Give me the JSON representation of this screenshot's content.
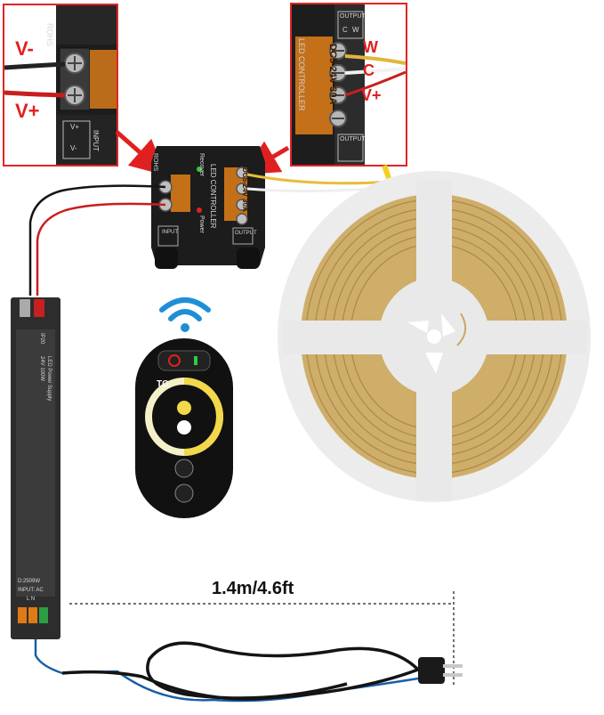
{
  "colors": {
    "inset_border": "#e02525",
    "arrow": "#e02020",
    "label_red": "#e02020",
    "controller_body": "#1c1c1c",
    "terminal_cover": "#d77a1a",
    "strip_reel": "#ebebeb",
    "led_strip": "#c9a865",
    "power_supply": "#2a2a2a"
  },
  "left_inset": {
    "label_vminus": "V-",
    "label_vplus": "V+",
    "rohs": "ROHS",
    "input": "INPUT",
    "terminal_plus": "V+",
    "terminal_minus": "V-"
  },
  "right_inset": {
    "label_w": "W",
    "label_c": "C",
    "label_vplus": "V+",
    "rating": "DC5-24V 30A",
    "controller": "LED CONTROLLER",
    "output": "OUTPUT",
    "term_c": "C",
    "term_w": "W"
  },
  "controller": {
    "rohs": "ROHS",
    "power": "Power",
    "recover": "Recover",
    "name": "LED CONTROLLER",
    "rating": "DC5-24V 30A",
    "input": "INPUT",
    "output": "OUTPUT"
  },
  "power_supply": {
    "name": "LED Power Supply",
    "spec": "24V 100W",
    "ip": "IP20",
    "input_ac": "INPUT: AC",
    "model": "D:2509W",
    "ln": "L N"
  },
  "remote": {
    "brand": "TC"
  },
  "measurement": {
    "cable_length": "1.4m/4.6ft"
  }
}
